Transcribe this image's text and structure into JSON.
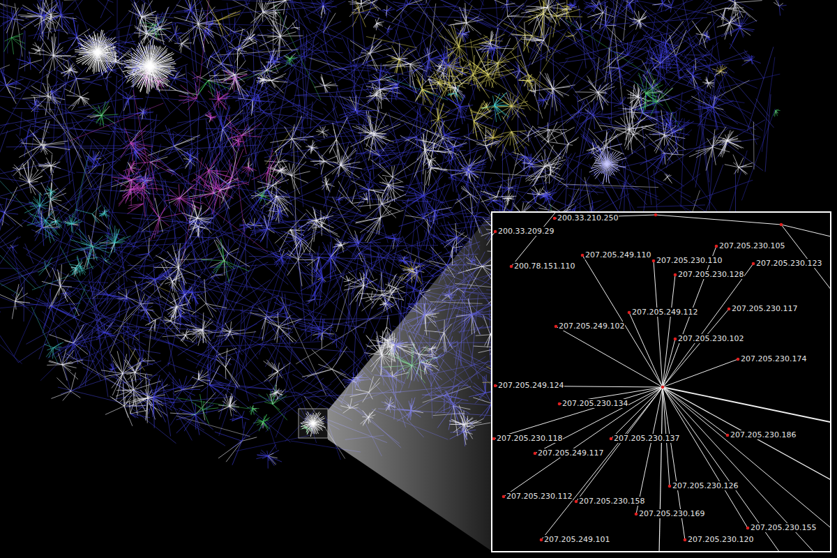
{
  "diagram": {
    "labels": [
      "200.33.209.29",
      "200.33.210.250",
      "200.78.151.110",
      "207.205.249.110",
      "207.205.230.110",
      "207.205.230.105",
      "207.205.230.123",
      "207.205.230.128",
      "207.205.249.112",
      "207.205.230.117",
      "207.205.249.102",
      "207.205.230.102",
      "207.205.230.174",
      "207.205.249.124",
      "207.205.230.134",
      "207.205.230.118",
      "207.205.230.137",
      "207.205.230.186",
      "207.205.249.117",
      "207.205.230.126",
      "207.205.230.112",
      "207.205.230.158",
      "207.205.230.169",
      "207.205.249.101",
      "207.205.230.120",
      "207.205.230.155"
    ]
  }
}
